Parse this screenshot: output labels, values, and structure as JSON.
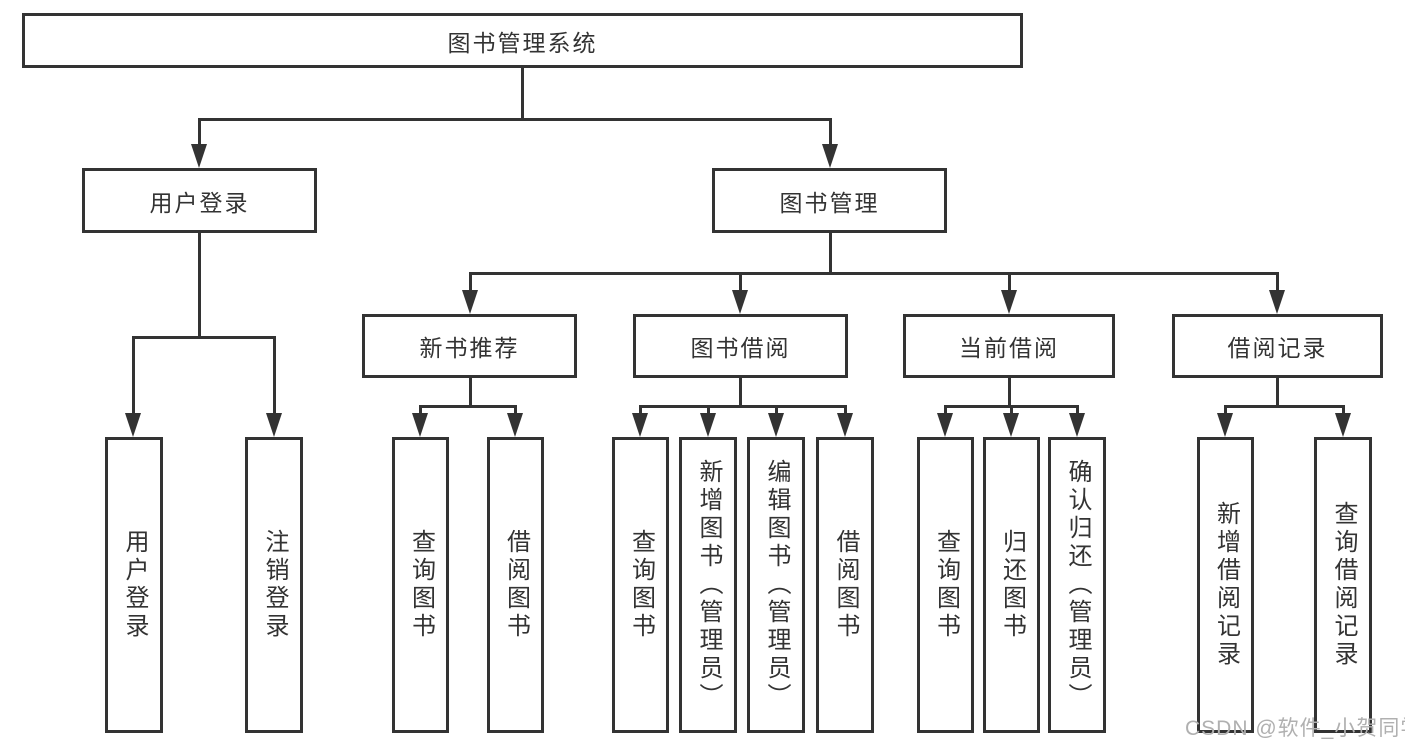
{
  "nodes": {
    "root": "图书管理系统",
    "user_login": "用户登录",
    "book_mgmt": "图书管理",
    "new_book_rec": "新书推荐",
    "book_borrow": "图书借阅",
    "current_borrow": "当前借阅",
    "borrow_records": "借阅记录",
    "leaf_user_login": "用户登录",
    "leaf_logout": "注销登录",
    "leaf_query_book_1": "查询图书",
    "leaf_borrow_book_1": "借阅图书",
    "leaf_query_book_2": "查询图书",
    "leaf_add_book": "新增图书（管理员）",
    "leaf_edit_book": "编辑图书（管理员）",
    "leaf_borrow_book_2": "借阅图书",
    "leaf_query_book_3": "查询图书",
    "leaf_return_book": "归还图书",
    "leaf_confirm_return": "确认归还（管理员）",
    "leaf_add_record": "新增借阅记录",
    "leaf_query_record": "查询借阅记录"
  },
  "watermark": "CSDN @软件_小贺同学",
  "colors": {
    "line": "#333333",
    "text": "#333333",
    "watermark": "#b0b0b0",
    "background": "#ffffff"
  }
}
